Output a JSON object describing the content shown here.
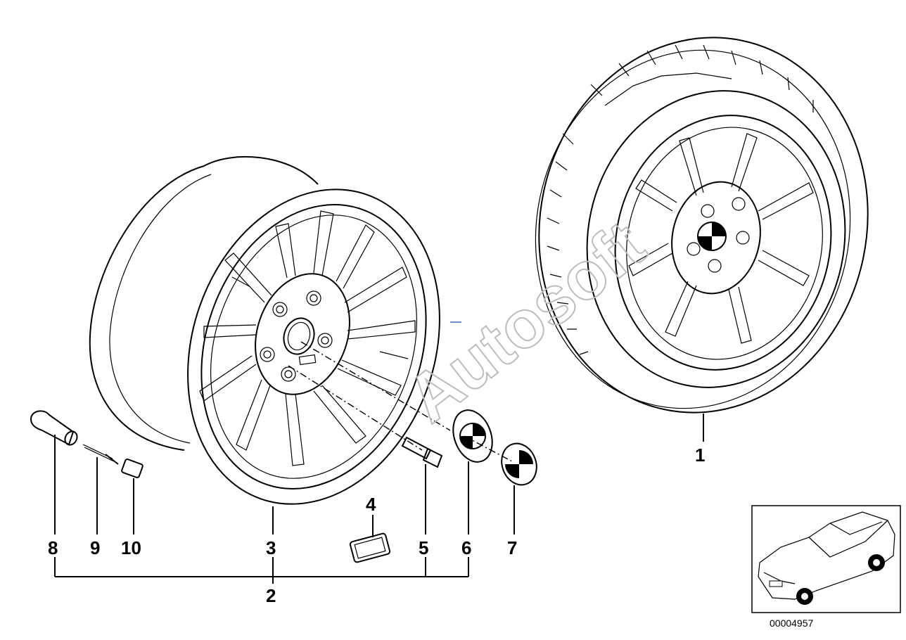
{
  "diagram": {
    "watermark": "Autosoft",
    "reference_number": "00004957",
    "parts": [
      {
        "id": "1",
        "label": "1",
        "depicts": "complete-wheel-with-tyre"
      },
      {
        "id": "2",
        "label": "2",
        "depicts": "light-alloy-rim-assembly"
      },
      {
        "id": "3",
        "label": "3",
        "depicts": "light-alloy-rim"
      },
      {
        "id": "4",
        "label": "4",
        "depicts": "m-badge"
      },
      {
        "id": "5",
        "label": "5",
        "depicts": "wheel-bolt"
      },
      {
        "id": "6",
        "label": "6",
        "depicts": "hub-cap"
      },
      {
        "id": "7",
        "label": "7",
        "depicts": "emblem"
      },
      {
        "id": "8",
        "label": "8",
        "depicts": "valve-cap"
      },
      {
        "id": "9",
        "label": "9",
        "depicts": "valve-insert"
      },
      {
        "id": "10",
        "label": "10",
        "depicts": "valve-nut"
      }
    ],
    "colors": {
      "line": "#000000",
      "background": "#ffffff",
      "watermark": "#bdbdbd",
      "accent_dash": "#6a8fd8"
    }
  }
}
